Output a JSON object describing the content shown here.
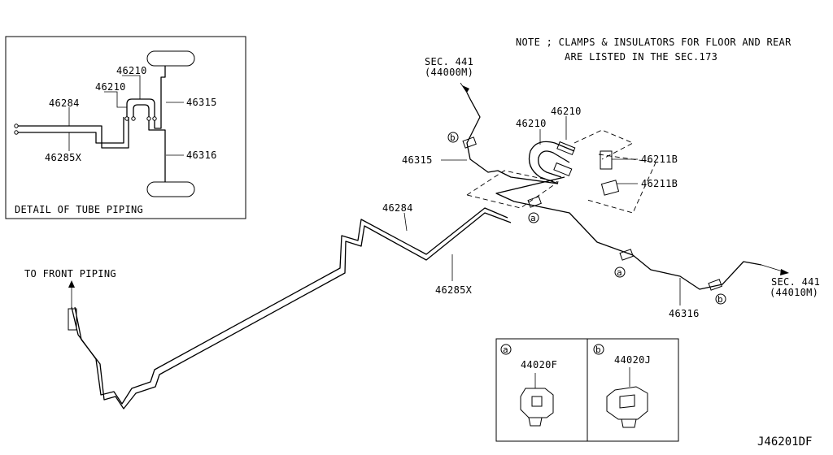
{
  "note": {
    "line1": "NOTE ; CLAMPS & INSULATORS FOR FLOOR AND REAR",
    "line2": "ARE LISTED IN THE SEC.173"
  },
  "detail": {
    "caption": "DETAIL OF TUBE PIPING",
    "labels": {
      "p46210a": "46210",
      "p46210b": "46210",
      "p46284": "46284",
      "p46315": "46315",
      "p46285x": "46285X",
      "p46316": "46316"
    }
  },
  "main": {
    "sec_top_1": "SEC. 441",
    "sec_top_2": "(44000M)",
    "sec_right_1": "SEC. 441",
    "sec_right_2": "(44010M)",
    "to_front": "TO FRONT PIPING",
    "labels": {
      "p46210a": "46210",
      "p46210b": "46210",
      "p46211b_a": "46211B",
      "p46211b_b": "46211B",
      "p46315": "46315",
      "p46284": "46284",
      "p46285x": "46285X",
      "p46316": "46316"
    },
    "callouts": {
      "a": "a",
      "b": "b"
    }
  },
  "parts_box": {
    "a_marker": "a",
    "a_part": "44020F",
    "b_marker": "b",
    "b_part": "44020J"
  },
  "figure_code": "J46201DF"
}
